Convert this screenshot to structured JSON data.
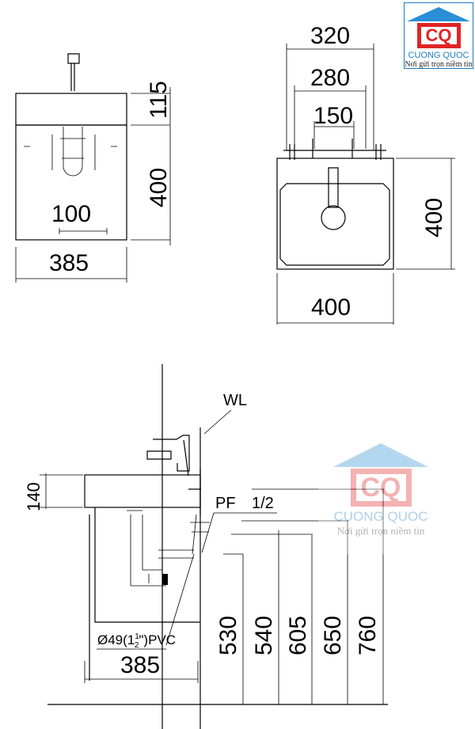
{
  "logo": {
    "mark": "CQ",
    "brand": "CUONG QUOC",
    "slogan": "Nơi gửi trọn niềm tin"
  },
  "front_view": {
    "dims": {
      "basin_height": "115",
      "cabinet_height": "400",
      "drain_offset": "100",
      "width": "385"
    }
  },
  "top_view": {
    "dims": {
      "overall": "320",
      "mid": "280",
      "tap_spacing": "150",
      "depth": "400",
      "width": "400"
    }
  },
  "side_view": {
    "wall_label": "WL",
    "pf_label": "PF",
    "pf_size": "1/2",
    "pipe_label_a": "Ø49(1",
    "pipe_frac_num": "1",
    "pipe_frac_den": "2",
    "pipe_label_b": "\")PVC",
    "basin_thickness": "140",
    "width": "385",
    "heights": [
      "530",
      "540",
      "605",
      "650",
      "760"
    ]
  }
}
